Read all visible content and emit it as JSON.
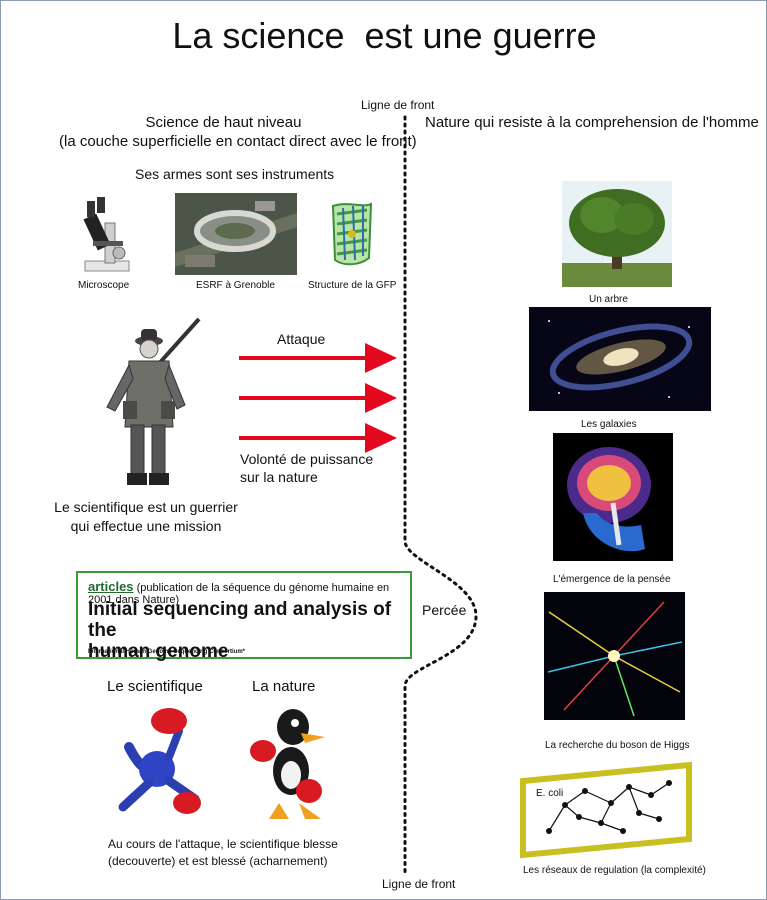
{
  "title": "La science  est une guerre",
  "front_line_top": "Ligne de front",
  "front_line_bottom": "Ligne de front",
  "left_heading_line1": "Science de haut niveau",
  "left_heading_line2": "(la couche superficielle en contact direct avec le front)",
  "weapons_heading": "Ses armes sont ses instruments",
  "instruments": [
    {
      "label": "Microscope"
    },
    {
      "label": "ESRF à Grenoble"
    },
    {
      "label": "Structure de la GFP"
    }
  ],
  "attack_label": "Attaque",
  "will_line1": "Volonté de puissance",
  "will_line2": "sur la nature",
  "scientist_caption_line1": "Le scientifique est un guerrier",
  "scientist_caption_line2": "qui effectue une mission",
  "paper": {
    "kind": "articles",
    "note": " (publication de la séquence du génome humaine en 2001 dans Nature)",
    "headline_line1": "Initial sequencing and analysis of the",
    "headline_line2": "human genome",
    "consortium": "International Human Genome Sequencing Consortium*"
  },
  "breakthrough_label": "Percée",
  "boxing": {
    "scientist_label": "Le scientifique",
    "nature_label": "La nature",
    "caption_line1": "Au cours de l'attaque, le scientifique blesse",
    "caption_line2": "(decouverte) et est blessé (acharnement)"
  },
  "right_heading": "Nature qui resiste à la comprehension de l'homme",
  "nature_items": [
    {
      "label": "Un arbre"
    },
    {
      "label": "Les galaxies"
    },
    {
      "label": "L'émergence de la pensée"
    },
    {
      "label": "La recherche du boson de Higgs"
    },
    {
      "label": "Les réseaux de regulation (la complexité)"
    }
  ],
  "network_label": "E. coli",
  "colors": {
    "arrow": "#e3081e",
    "paper_border": "#3a9a3a",
    "network_frame": "#c8c020"
  }
}
